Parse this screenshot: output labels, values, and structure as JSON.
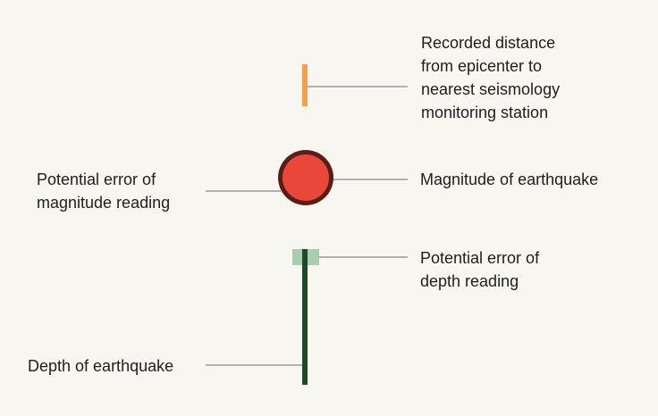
{
  "legend": {
    "distance_label": "Recorded distance\nfrom epicenter to\nnearest seismology\nmonitoring station",
    "magnitude_label": "Magnitude of earthquake",
    "magnitude_error_label": "Potential error of\nmagnitude reading",
    "depth_error_label": "Potential error of\ndepth reading",
    "depth_label": "Depth of earthquake"
  },
  "colors": {
    "background": "#f8f6f0",
    "distance_marker": "#f2a04a",
    "magnitude_fill": "#e8473a",
    "magnitude_error_ring": "#5a1e18",
    "depth_line": "#1f4a2a",
    "depth_error_box": "#8fbf98",
    "leader_line": "#9a9a9a"
  }
}
